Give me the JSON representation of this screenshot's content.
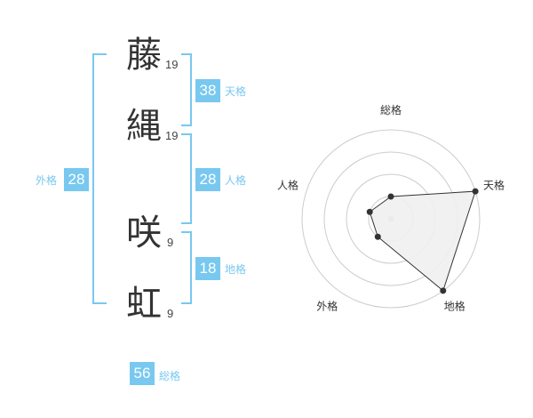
{
  "name": {
    "chars": [
      {
        "kanji": "藤",
        "strokes": "19"
      },
      {
        "kanji": "縄",
        "strokes": "19"
      },
      {
        "kanji": "咲",
        "strokes": "9"
      },
      {
        "kanji": "虹",
        "strokes": "9"
      }
    ]
  },
  "fortunes": {
    "tenkaku": {
      "value": "38",
      "label": "天格"
    },
    "jinkaku": {
      "value": "28",
      "label": "人格"
    },
    "chikaku": {
      "value": "18",
      "label": "地格"
    },
    "gaikaku": {
      "value": "28",
      "label": "外格"
    },
    "soukaku": {
      "value": "56",
      "label": "総格"
    }
  },
  "chart_data": {
    "type": "radar",
    "axes": [
      "総格",
      "天格",
      "地格",
      "外格",
      "人格"
    ],
    "levels": 4,
    "max": 4,
    "values": [
      1,
      4,
      4,
      1,
      1
    ],
    "colors": {
      "fill": "#f0f0f0",
      "stroke": "#333333",
      "grid": "#cccccc",
      "point": "#333333",
      "center": "#bbbbbb"
    }
  }
}
